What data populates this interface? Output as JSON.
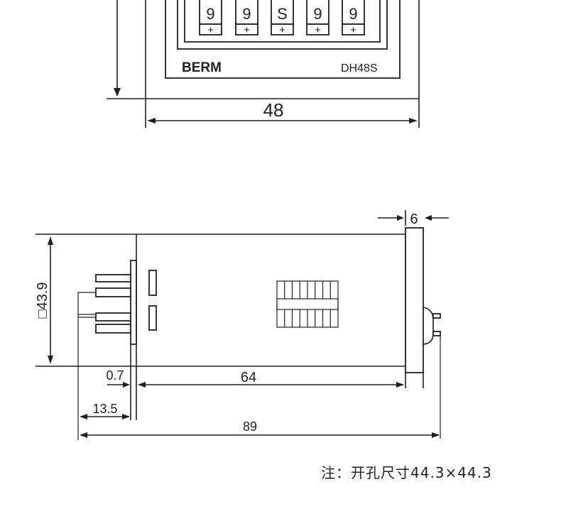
{
  "front_view": {
    "digits": [
      "9",
      "9",
      "S",
      "9",
      "9"
    ],
    "button_symbol": "+",
    "brand": "BERM",
    "model": "DH48S",
    "width_dim": "48"
  },
  "side_view": {
    "height_dim": "□43.9",
    "front_thickness_dim": "6",
    "plate_dim": "0.7",
    "body_length_dim": "64",
    "pin_length_dim": "13.5",
    "total_length_dim": "89"
  },
  "note": "注：开孔尺寸44.3×44.3"
}
